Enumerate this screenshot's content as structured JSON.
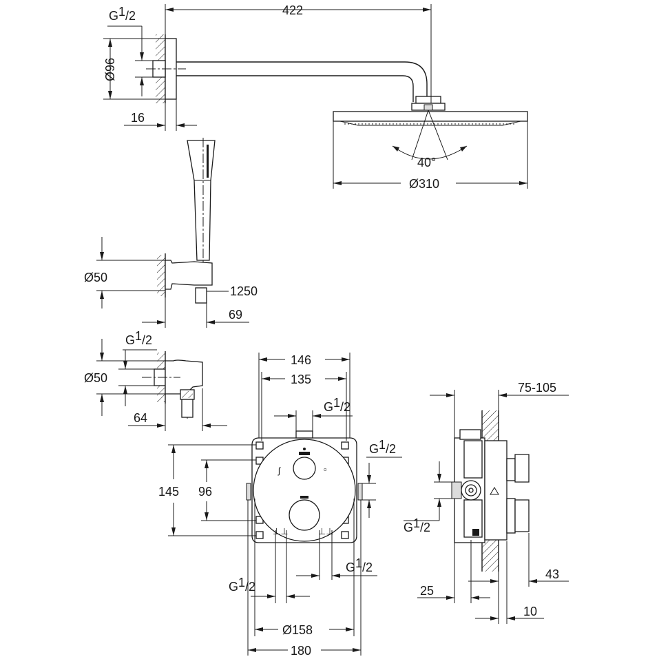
{
  "dimensions": {
    "arm_length": "422",
    "thread_top": "G",
    "thread_top_sup": "1",
    "thread_top_sub": "/2",
    "flange_dia_top": "Ø96",
    "flange_offset": "16",
    "spray_angle": "40°",
    "head_dia": "Ø310",
    "holder_dia": "Ø50",
    "hose_length": "1250",
    "holder_depth": "69",
    "elbow_thread": "G",
    "elbow_thread_sup": "1",
    "elbow_thread_sub": "/2",
    "elbow_dia": "Ø50",
    "elbow_depth": "64",
    "box_width_outer": "146",
    "box_width_inner": "135",
    "thread_box_top": "G",
    "thread_box_top_sup": "1",
    "thread_box_top_sub": "/2",
    "thread_box_right": "G",
    "thread_box_right_sup": "1",
    "thread_box_right_sub": "/2",
    "box_height_outer": "145",
    "box_height_inner": "96",
    "thread_bottom_left": "G",
    "thread_bottom_left_sup": "1",
    "thread_bottom_left_sub": "/2",
    "thread_bottom_right": "G",
    "thread_bottom_right_sup": "1",
    "thread_bottom_right_sub": "/2",
    "rosette_dia": "Ø158",
    "plate_width": "180",
    "install_depth": "75-105",
    "thread_side": "G",
    "thread_side_sup": "1",
    "thread_side_sub": "/2",
    "side_25": "25",
    "side_43": "43",
    "side_10": "10"
  }
}
